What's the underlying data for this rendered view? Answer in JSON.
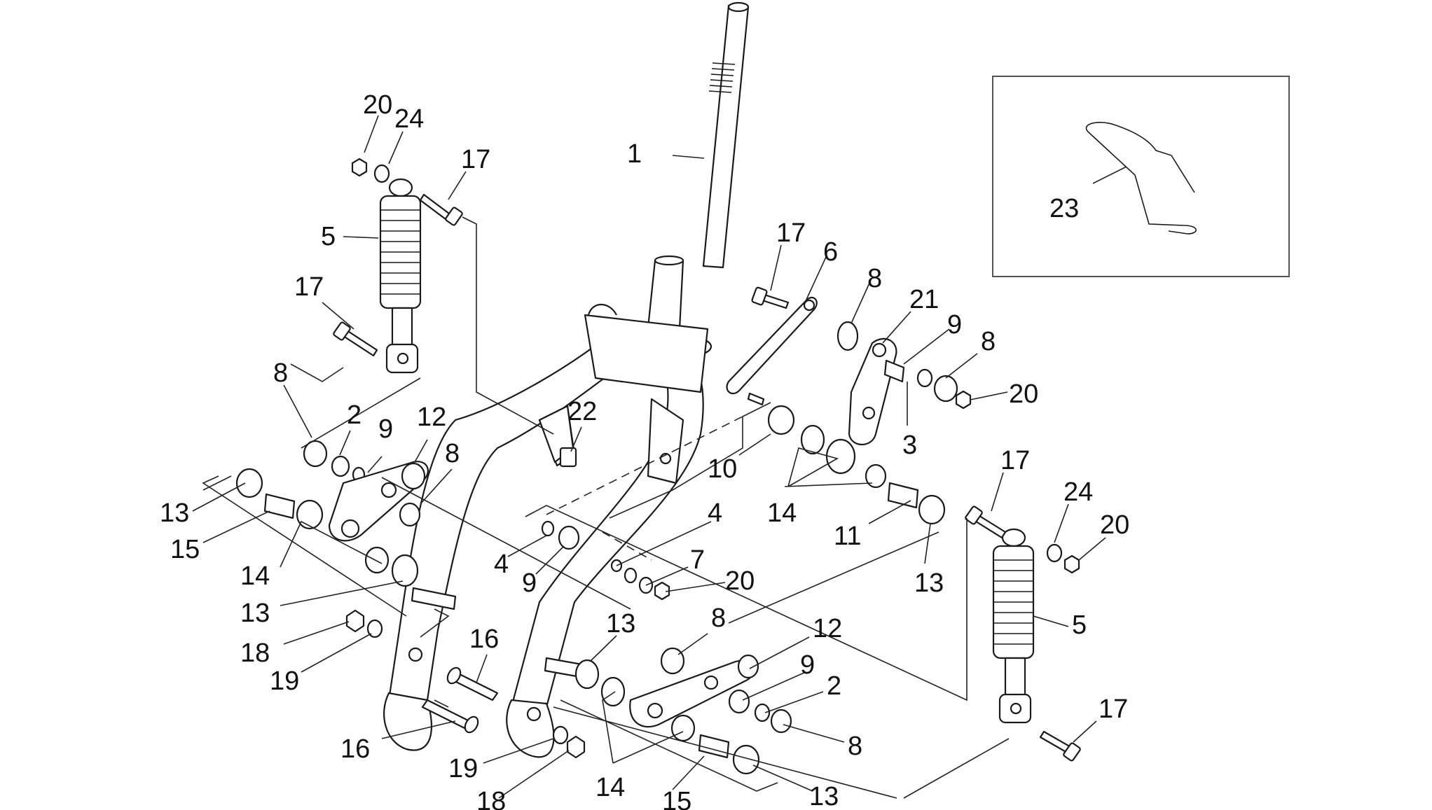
{
  "labels": [
    {
      "id": "1",
      "text": "1"
    },
    {
      "id": "20a",
      "text": "20"
    },
    {
      "id": "24a",
      "text": "24"
    },
    {
      "id": "17a",
      "text": "17"
    },
    {
      "id": "5a",
      "text": "5"
    },
    {
      "id": "17b",
      "text": "17"
    },
    {
      "id": "8a",
      "text": "8"
    },
    {
      "id": "2a",
      "text": "2"
    },
    {
      "id": "9a",
      "text": "9"
    },
    {
      "id": "12a",
      "text": "12"
    },
    {
      "id": "8b",
      "text": "8"
    },
    {
      "id": "13a",
      "text": "13"
    },
    {
      "id": "15a",
      "text": "15"
    },
    {
      "id": "14a",
      "text": "14"
    },
    {
      "id": "13b",
      "text": "13"
    },
    {
      "id": "18a",
      "text": "18"
    },
    {
      "id": "19a",
      "text": "19"
    },
    {
      "id": "16a",
      "text": "16"
    },
    {
      "id": "16b",
      "text": "16"
    },
    {
      "id": "22",
      "text": "22"
    },
    {
      "id": "4a",
      "text": "4"
    },
    {
      "id": "9b",
      "text": "9"
    },
    {
      "id": "4b",
      "text": "4"
    },
    {
      "id": "7",
      "text": "7"
    },
    {
      "id": "20b",
      "text": "20"
    },
    {
      "id": "13c",
      "text": "13"
    },
    {
      "id": "8c",
      "text": "8"
    },
    {
      "id": "12b",
      "text": "12"
    },
    {
      "id": "9c",
      "text": "9"
    },
    {
      "id": "2b",
      "text": "2"
    },
    {
      "id": "8d",
      "text": "8"
    },
    {
      "id": "19b",
      "text": "19"
    },
    {
      "id": "18b",
      "text": "18"
    },
    {
      "id": "14b",
      "text": "14"
    },
    {
      "id": "15b",
      "text": "15"
    },
    {
      "id": "13d",
      "text": "13"
    },
    {
      "id": "17c",
      "text": "17"
    },
    {
      "id": "6",
      "text": "6"
    },
    {
      "id": "8e",
      "text": "8"
    },
    {
      "id": "21",
      "text": "21"
    },
    {
      "id": "9d",
      "text": "9"
    },
    {
      "id": "8f",
      "text": "8"
    },
    {
      "id": "20c",
      "text": "20"
    },
    {
      "id": "3",
      "text": "3"
    },
    {
      "id": "10",
      "text": "10"
    },
    {
      "id": "14c",
      "text": "14"
    },
    {
      "id": "11",
      "text": "11"
    },
    {
      "id": "13e",
      "text": "13"
    },
    {
      "id": "17d",
      "text": "17"
    },
    {
      "id": "24b",
      "text": "24"
    },
    {
      "id": "20d",
      "text": "20"
    },
    {
      "id": "5b",
      "text": "5"
    },
    {
      "id": "17e",
      "text": "17"
    },
    {
      "id": "23",
      "text": "23"
    }
  ]
}
